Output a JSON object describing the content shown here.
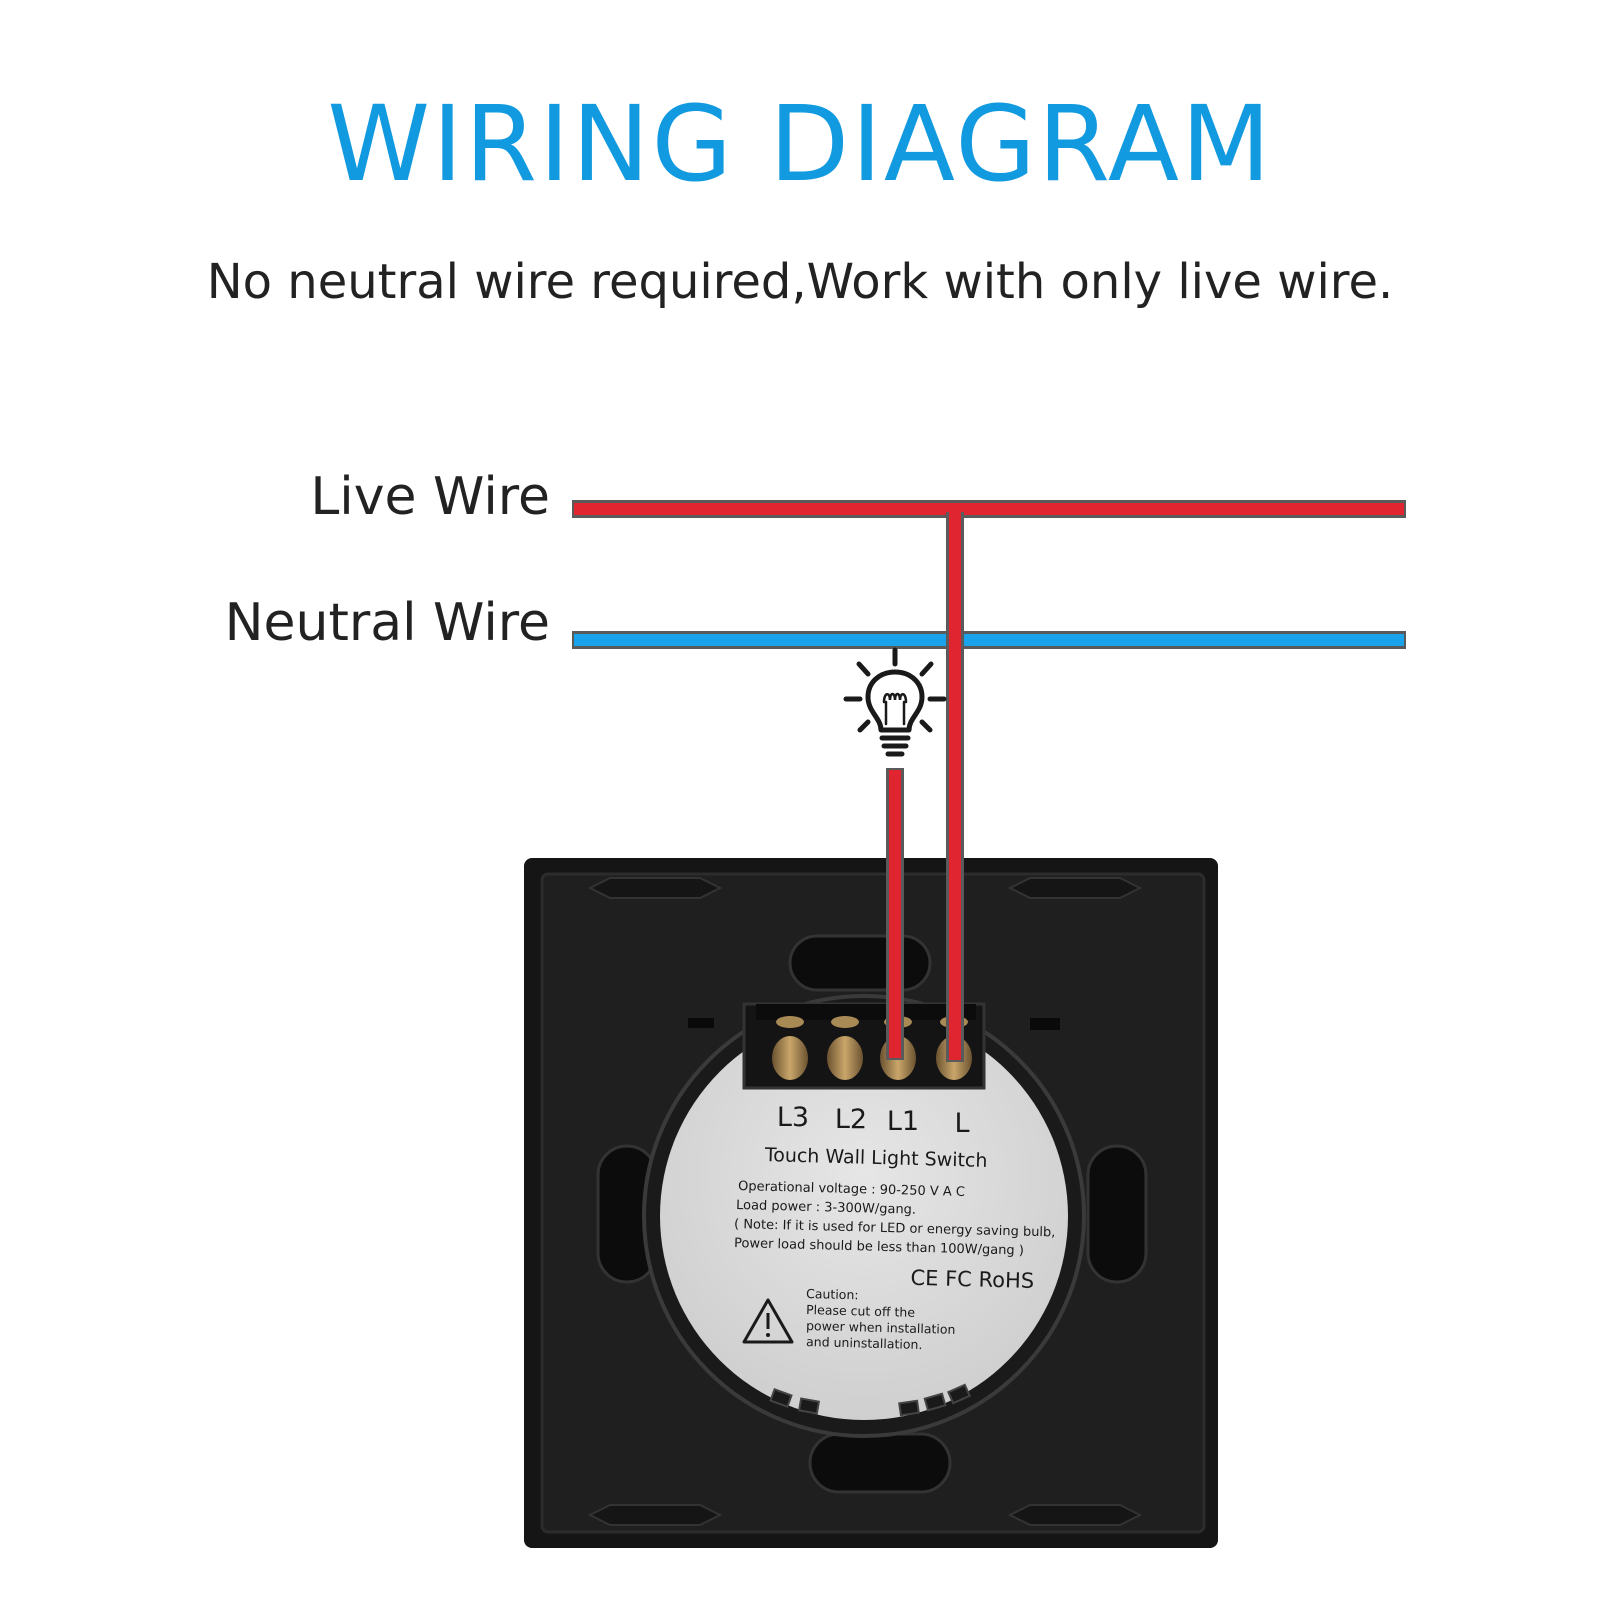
{
  "title": "WIRING DIAGRAM",
  "subtitle": "No neutral wire required,Work with only live wire.",
  "wires": {
    "live_label": "Live Wire",
    "neutral_label": "Neutral Wire"
  },
  "switch_label": {
    "terminals": [
      "L3",
      "L2",
      "L1",
      "L"
    ],
    "product_name": "Touch Wall Light Switch",
    "spec_lines": [
      "Operational voltage : 90-250 V A C",
      "Load power : 3-300W/gang.",
      "( Note: If it is used for LED or energy saving bulb,",
      "Power load should be less than 100W/gang )"
    ],
    "certifications": "CE FC RoHS",
    "caution_lines": [
      "Caution:",
      "Please cut  off the",
      "power when installation",
      "and uninstallation."
    ]
  },
  "colors": {
    "title": "#129ae0",
    "live_wire": "#e02530",
    "neutral_wire": "#1aa3e8",
    "wire_outline": "#5a5a5a",
    "text_dark": "#222222",
    "switch_body": "#1c1c1c",
    "label_plate": "#d9d9d9"
  },
  "icons": {
    "bulb": "light-bulb-icon",
    "caution": "warning-triangle-icon"
  }
}
